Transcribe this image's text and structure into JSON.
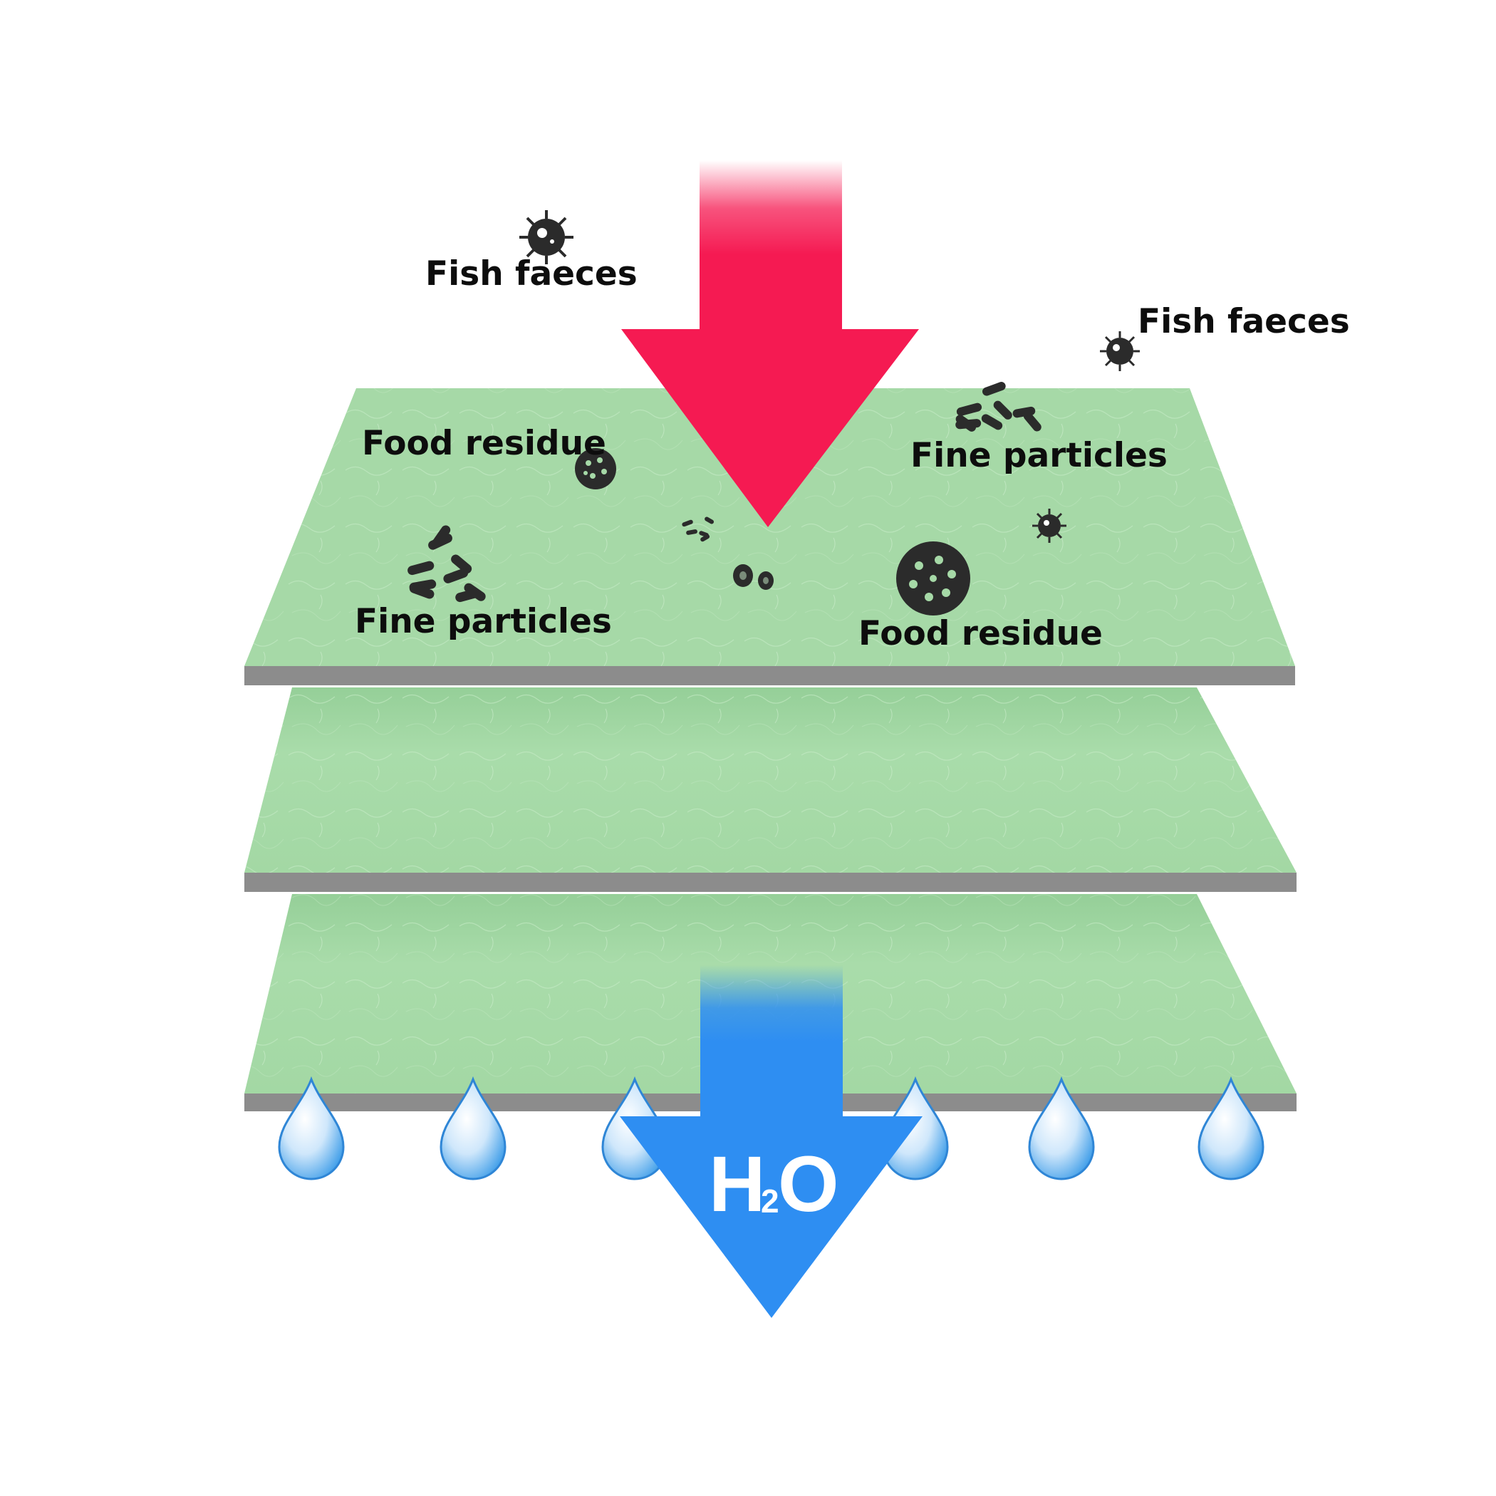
{
  "labels": {
    "fish_faeces_1": "Fish faeces",
    "fish_faeces_2": "Fish faeces",
    "food_residue_1": "Food residue",
    "food_residue_2": "Food residue",
    "fine_particles_1": "Fine particles",
    "fine_particles_2": "Fine particles"
  },
  "water": {
    "symbol": "H",
    "subscript": "2",
    "symbol_end": "O"
  },
  "filter_layers": 3,
  "water_drops": 6,
  "colors": {
    "pollutant_arrow": "#f51a52",
    "water_arrow": "#2e8ef2",
    "filter_sheet": "#a6d9a7",
    "sheet_edge": "#8c8c8c",
    "particle": "#2b2b2b",
    "water_drop": "#3a9be8"
  },
  "icons": [
    "germ-icon",
    "food-residue-icon",
    "fine-particles-icon",
    "water-drop-icon"
  ]
}
